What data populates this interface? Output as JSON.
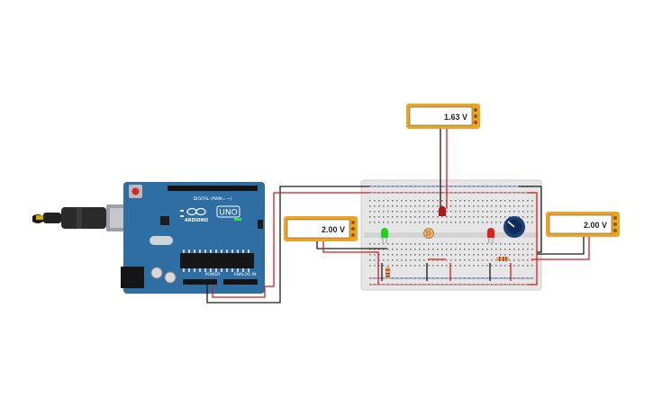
{
  "arduino": {
    "brand": "ARDUINO",
    "model": "UNO",
    "digital_header_label": "DIGITAL (PWM= ~)",
    "power_label": "POWER",
    "analog_label": "ANALOG IN"
  },
  "multimeters": [
    {
      "reading": "1.63 V"
    },
    {
      "reading": "2.00 V"
    },
    {
      "reading": "2.00 V"
    }
  ],
  "colors": {
    "arduino_board": "#2f6ea3",
    "breadboard": "#e6e6e6",
    "multimeter_frame": "#f0a321",
    "wire_black": "#1a1a1a",
    "wire_red": "#d11f1f",
    "led_green": "#1fd21f",
    "led_red": "#e01f1f",
    "potentiometer": "#1b3d73"
  },
  "icons": [
    "usb-cable-icon",
    "led-icon",
    "photoresistor-icon",
    "potentiometer-icon",
    "resistor-icon",
    "multimeter-icon"
  ]
}
